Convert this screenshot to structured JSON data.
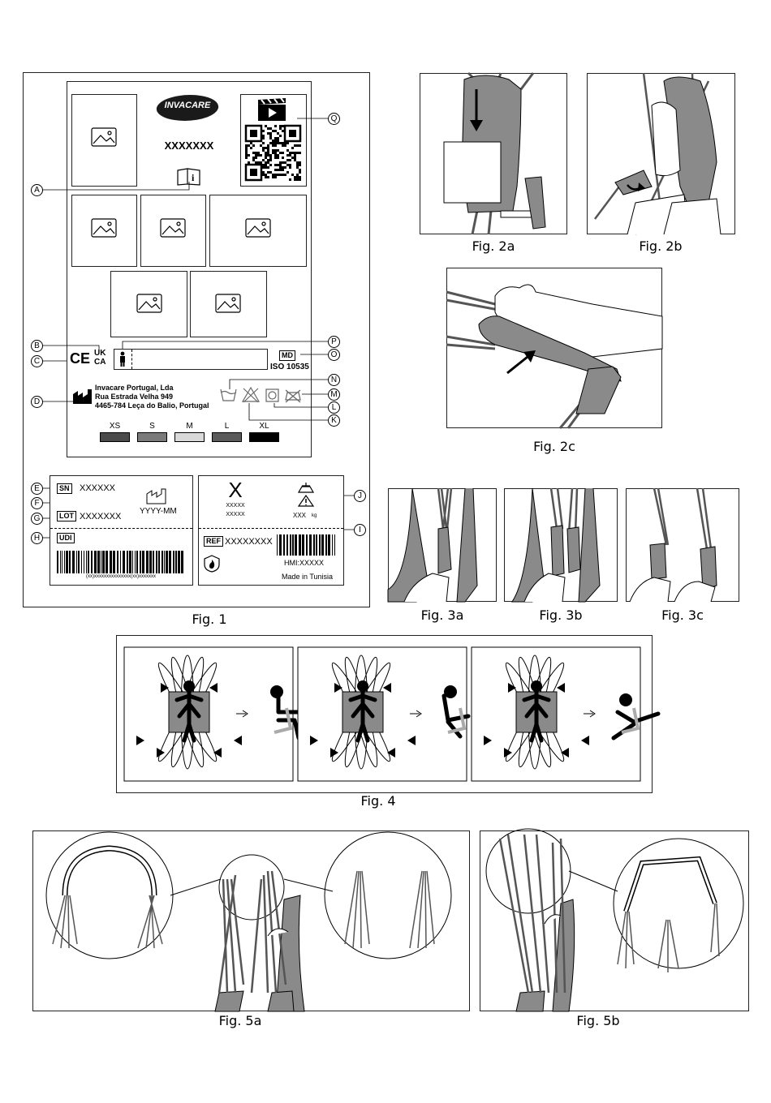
{
  "figures": {
    "fig1": "Fig. 1",
    "fig2a": "Fig. 2a",
    "fig2b": "Fig. 2b",
    "fig2c": "Fig. 2c",
    "fig3a": "Fig. 3a",
    "fig3b": "Fig. 3b",
    "fig3c": "Fig. 3c",
    "fig4": "Fig. 4",
    "fig5a": "Fig. 5a",
    "fig5b": "Fig. 5b"
  },
  "label": {
    "brand": "INVACARE",
    "product_code": "XXXXXXX",
    "ukca_top": "UK",
    "ukca_bottom": "CA",
    "ce": "CE",
    "md": "MD",
    "iso": "ISO 10535",
    "manufacturer_line1": "Invacare Portugal, Lda",
    "manufacturer_line2": "Rua Estrada Velha 949",
    "manufacturer_line3": "4465-784 Leça do Balio, Portugal",
    "sizes": [
      {
        "name": "XS",
        "color": "#4a4a4a"
      },
      {
        "name": "S",
        "color": "#7a7a7a"
      },
      {
        "name": "M",
        "color": "#d9d9d9"
      },
      {
        "name": "L",
        "color": "#5a5a5a"
      },
      {
        "name": "XL",
        "color": "#000000"
      }
    ]
  },
  "callouts": [
    "A",
    "B",
    "C",
    "D",
    "E",
    "F",
    "G",
    "H",
    "I",
    "J",
    "K",
    "L",
    "M",
    "N",
    "O",
    "P",
    "Q"
  ],
  "left_tag": {
    "sn": "SN",
    "sn_value": "XXXXXX",
    "date": "YYYY-MM",
    "lot": "LOT",
    "lot_value": "XXXXXXX",
    "udi": "UDI",
    "udi_text": "(xx)xxxxxxxxxxxxxxx(xx)xxxxxxx"
  },
  "right_tag": {
    "big_x": "X",
    "x_line1": "XXXXX",
    "x_line2": "XXXXX",
    "weight": "XXX",
    "weight_unit": "kg",
    "ref": "REF",
    "ref_value": "XXXXXXXX",
    "hmi": "HMI:XXXXX",
    "made_in": "Made in Tunisia"
  }
}
